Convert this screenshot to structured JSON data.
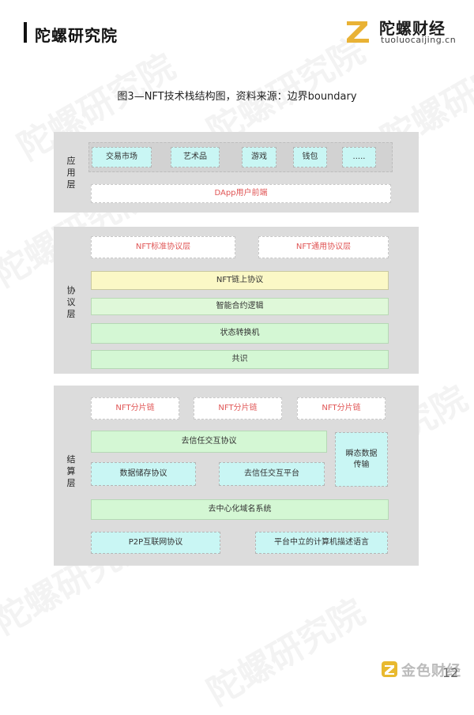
{
  "header": {
    "title": "陀螺研究院",
    "brand_name": "陀螺财经",
    "brand_url": "tuoluocaijing.cn"
  },
  "caption": "图3—NFT技术栈结构图，资料来源：边界boundary",
  "diagram": {
    "app_layer": {
      "label": "应用层",
      "items": [
        "交易市场",
        "艺术品",
        "游戏",
        "钱包",
        "....."
      ],
      "frontend": "DApp用户前端"
    },
    "protocol_layer": {
      "label": "协议层",
      "standard": "NFT标准协议层",
      "generic": "NFT通用协议层",
      "onchain": "NFT链上协议",
      "contract": "智能合约逻辑",
      "state": "状态转换机",
      "consensus": "共识"
    },
    "infra_layer": {
      "label": "结算层",
      "shards": [
        "NFT分片链",
        "NFT分片链",
        "NFT分片链"
      ],
      "trustless": "去信任交互协议",
      "storage": "数据储存协议",
      "trustless_platform": "去信任交互平台",
      "instant": "瞬态数据传输",
      "dns": "去中心化域名系统",
      "p2p": "P2P互联网协议",
      "platform_lang": "平台中立的计算机描述语言"
    }
  },
  "footer": {
    "brand": "金色财经",
    "page": "12"
  },
  "watermark": "陀螺研究院"
}
